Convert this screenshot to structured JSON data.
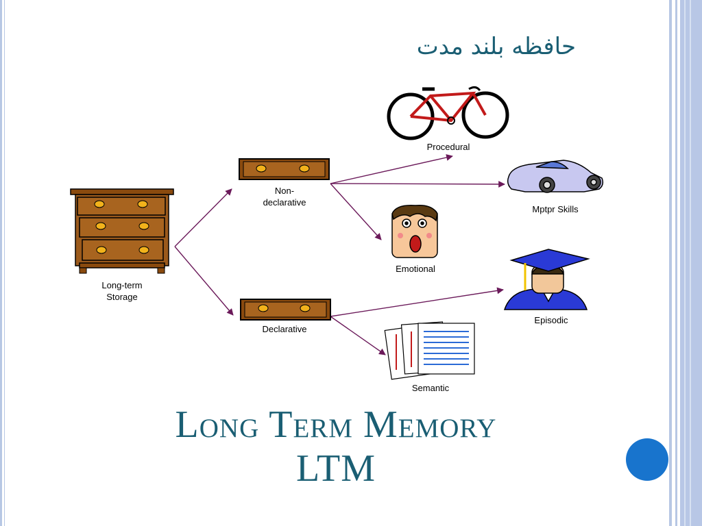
{
  "slide": {
    "persian_title": "حافظه بلند مدت",
    "title_line1": "Long Term Memory",
    "title_line2": "LTM"
  },
  "diagram": {
    "storage_label_1": "Long-term",
    "storage_label_2": "Storage",
    "nondeclarative_label_1": "Non-",
    "nondeclarative_label_2": "declarative",
    "declarative_label": "Declarative",
    "procedural_label": "Procedural",
    "motor_skills_label": "Mptpr  Skills",
    "emotional_label": "Emotional",
    "episodic_label": "Episodic",
    "semantic_label": "Semantic"
  },
  "colors": {
    "title": "#1a5e73",
    "arrow": "#6b1a5a",
    "accent_circle": "#1874cd",
    "border": "#b7c7e4"
  }
}
